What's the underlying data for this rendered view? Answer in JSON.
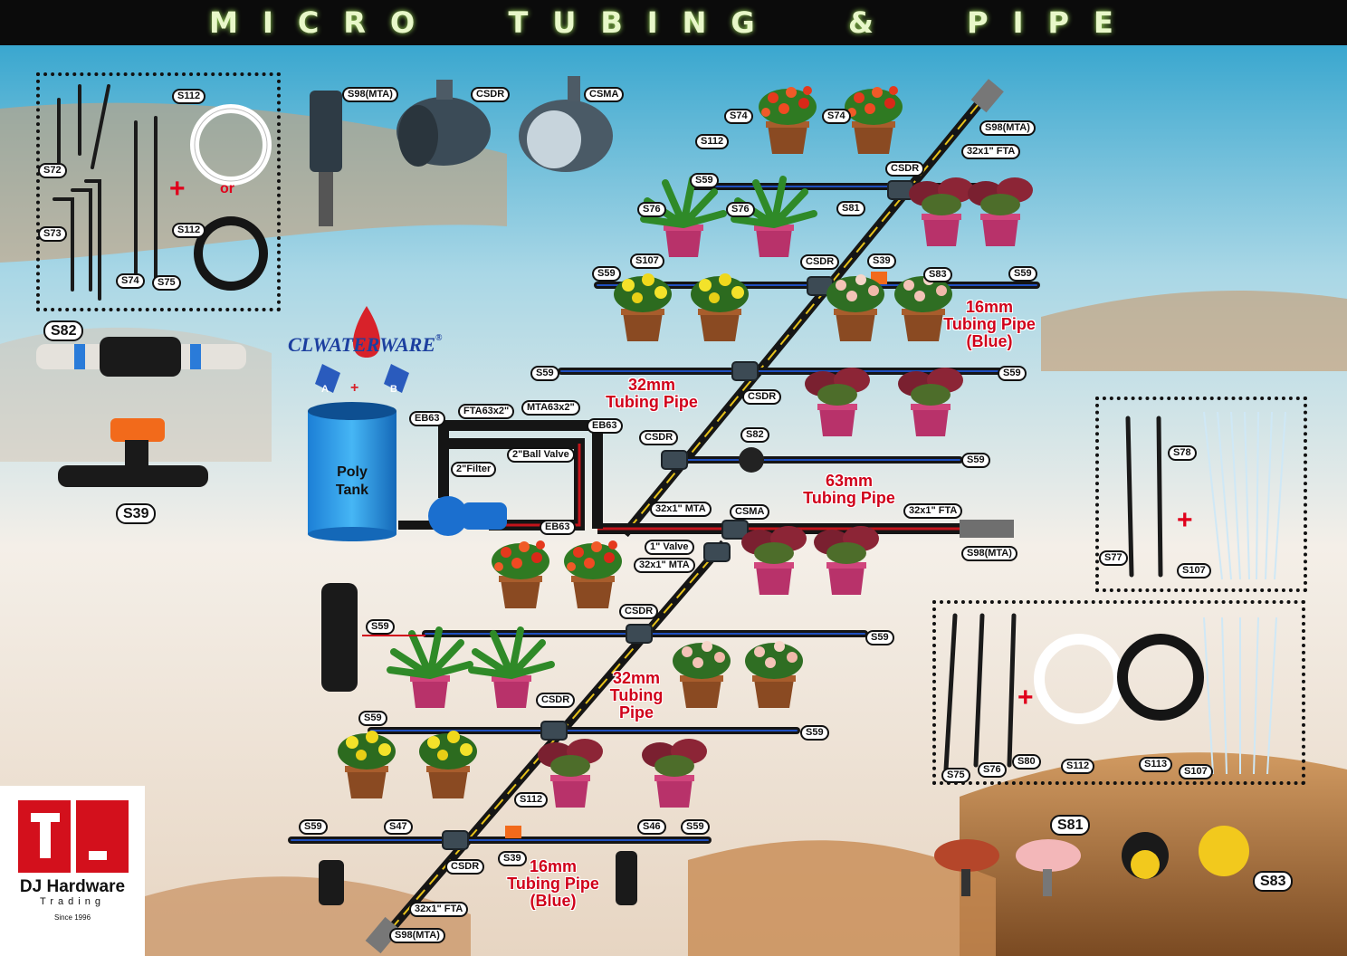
{
  "header": {
    "title": "MICRO  TUBING  &  PIPE"
  },
  "brand": {
    "name": "CLWATERWARE",
    "registered": "®",
    "bag_a": "A",
    "bag_plus": "+",
    "bag_b": "B"
  },
  "tank": {
    "line1": "Poly",
    "line2": "Tank"
  },
  "callouts": {
    "tubing_16mm_top": [
      "16mm",
      "Tubing Pipe",
      "(Blue)"
    ],
    "tubing_32mm_upper": [
      "32mm",
      "Tubing Pipe"
    ],
    "tubing_63mm": [
      "63mm",
      "Tubing Pipe"
    ],
    "tubing_32mm_lower": [
      "32mm",
      "Tubing",
      "Pipe"
    ],
    "tubing_16mm_bottom": [
      "16mm",
      "Tubing Pipe",
      "(Blue)"
    ]
  },
  "labels": {
    "s98_top_center": "S98(MTA)",
    "csdr_top_center": "CSDR",
    "csma_top_center": "CSMA",
    "s112_box1_top": "S112",
    "or_text": "or",
    "s112_box1_bottom": "S112",
    "s72": "S72",
    "s73": "S73",
    "s74_box1": "S74",
    "s75_box1": "S75",
    "s82_left": "S82",
    "s39_left": "S39",
    "s74_row1_a": "S74",
    "s74_row1_b": "S74",
    "s112_row1": "S112",
    "s98_row1": "S98(MTA)",
    "fta_row1": "32x1\" FTA",
    "csdr_row1": "CSDR",
    "s59_row1": "S59",
    "s81_row1": "S81",
    "s76_a": "S76",
    "s76_b": "S76",
    "s107_row2": "S107",
    "csdr_row2": "CSDR",
    "s39_row2": "S39",
    "s83_row2": "S83",
    "s59_row2_l": "S59",
    "s59_row2_r": "S59",
    "s59_row3_l": "S59",
    "s59_row3_r": "S59",
    "csdr_row3": "CSDR",
    "eb63_a": "EB63",
    "fta63": "FTA63x2\"",
    "mta63": "MTA63x2\"",
    "eb63_b": "EB63",
    "filter": "2\"Filter",
    "ballvalve": "2\"Ball Valve",
    "csdr_row4": "CSDR",
    "s82_row4": "S82",
    "s59_row4": "S59",
    "eb63_c": "EB63",
    "mta_32x1": "32x1\" MTA",
    "csma_row5": "CSMA",
    "fta_32x1_row5": "32x1\" FTA",
    "s98_row5": "S98(MTA)",
    "valve_1": "1\" Valve",
    "mta_32x1_b": "32x1\" MTA",
    "csdr_row6": "CSDR",
    "s59_row6_l": "S59",
    "s59_row6_r": "S59",
    "csdr_row7": "CSDR",
    "s59_row7_l": "S59",
    "s59_row7_r": "S59",
    "s112_row8": "S112",
    "s59_row8_l": "S59",
    "s47": "S47",
    "s46": "S46",
    "s59_row8_r": "S59",
    "s39_row8": "S39",
    "csdr_row8": "CSDR",
    "fta_bottom": "32x1\" FTA",
    "s98_bottom": "S98(MTA)",
    "s78": "S78",
    "s77": "S77",
    "s107_box2": "S107",
    "s75_box3": "S75",
    "s76_box3": "S76",
    "s80": "S80",
    "s112_box3": "S112",
    "s113": "S113",
    "s107_box3": "S107",
    "s81_bottom": "S81",
    "s83_bottom": "S83"
  },
  "logo": {
    "name": "DJ Hardware",
    "sub": "Trading",
    "since": "Since 1996"
  },
  "colors": {
    "header_bg": "#0b0b0b",
    "header_text": "#e8f7c9",
    "callout_red": "#d0001a",
    "pipe_black": "#151515",
    "pipe_blue_stripe": "#1f4fbf",
    "pipe_red_stripe": "#c3141b",
    "main_yellow_stripe": "#e7c21a",
    "brand_blue": "#1c3f9f"
  },
  "icons": [
    "flower-pot-icon",
    "foliage-plant-icon",
    "dripper-icon",
    "tubing-coil-icon",
    "ball-valve-icon",
    "saddle-clamp-icon",
    "pump-icon",
    "tank-icon"
  ]
}
